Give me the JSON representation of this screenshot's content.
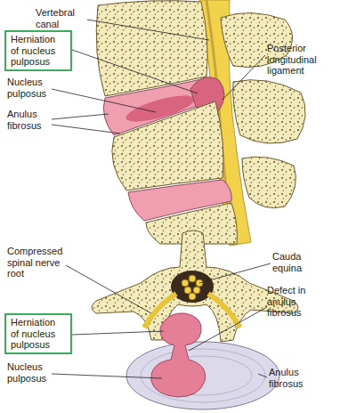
{
  "diagram": {
    "nodes": [
      {
        "text": [
          "Herniation of nucleus pulposus"
        ]
      },
      {
        "text": [
          "Herniation of nucleus pulposus"
        ]
      }
    ],
    "labels": [
      "Vertebral canal",
      "Posterior longitudinal ligament",
      "Nucleus pulposus",
      "Anulus fibrosus",
      "Compressed spinal nerve root",
      "Cauda equina",
      "Defect in anulus fibrosus",
      "Nucleus pulposus",
      "Anulus fibrosus"
    ]
  }
}
